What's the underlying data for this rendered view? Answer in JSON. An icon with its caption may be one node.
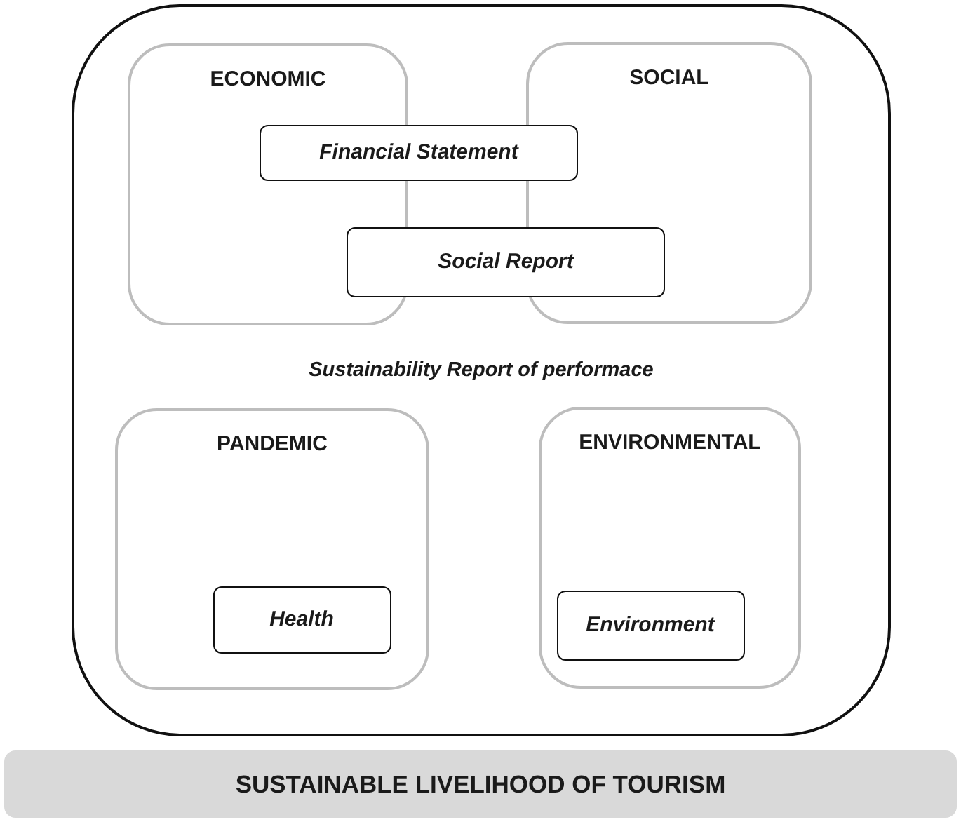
{
  "diagram": {
    "nodes": [
      {
        "text": [
          "Sustainability Report of performace"
        ]
      },
      {
        "text": [
          "ECONOMIC"
        ],
        "in": 0
      },
      {
        "text": [
          "SOCIAL"
        ],
        "in": 0
      },
      {
        "text": [
          "Financial Statement"
        ],
        "in": 0
      },
      {
        "text": [
          "Social Report"
        ],
        "in": 0
      },
      {
        "text": [
          "PANDEMIC"
        ],
        "in": 0
      },
      {
        "text": [
          "Health"
        ],
        "in": 5
      },
      {
        "text": [
          "ENVIRONMENTAL"
        ],
        "in": 0
      },
      {
        "text": [
          "Environment"
        ],
        "in": 7
      },
      {
        "text": [
          "SUSTAINABLE LIVELIHOOD OF TOURISM"
        ]
      }
    ]
  }
}
